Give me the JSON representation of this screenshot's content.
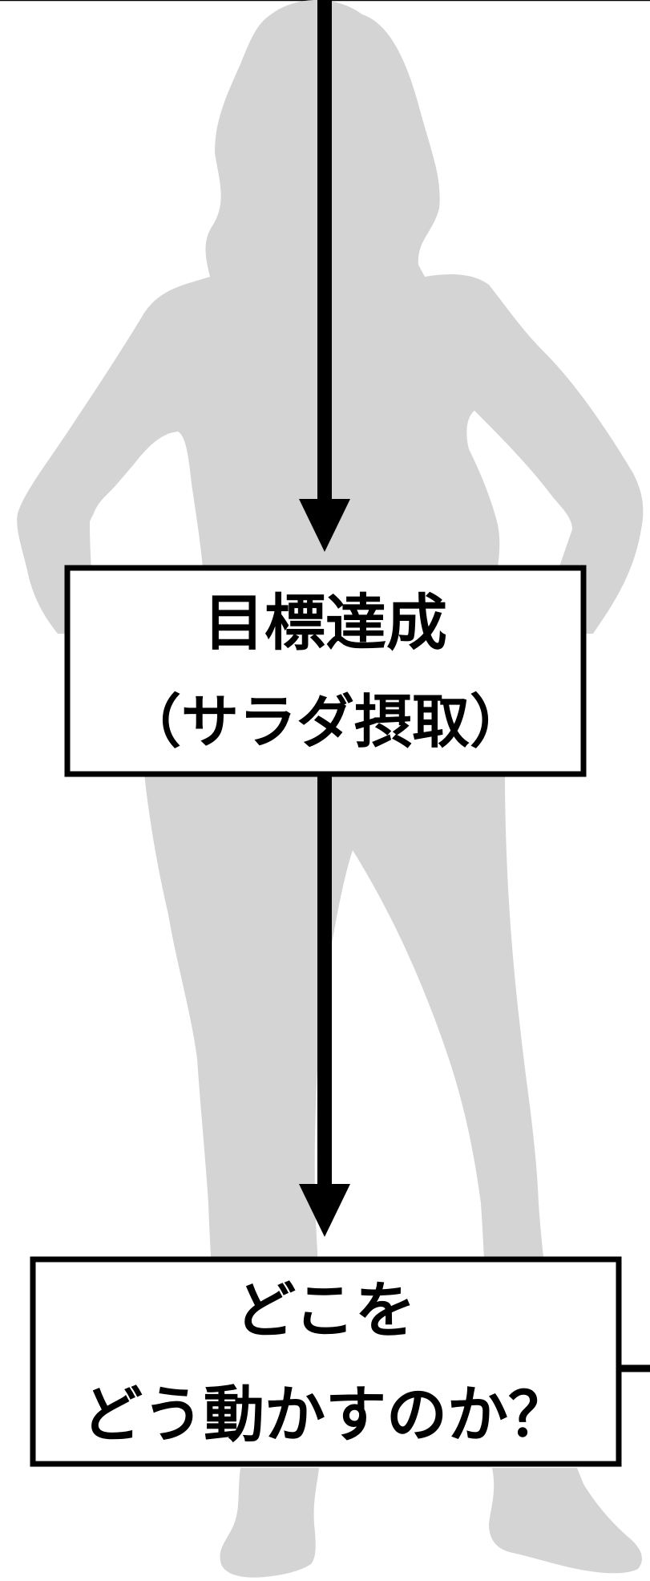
{
  "colors": {
    "background": "#ffffff",
    "silhouette": "#d4d4d4",
    "stroke": "#000000",
    "box_fill": "#ffffff"
  },
  "nodes": {
    "goal_box": {
      "line1": "目標達成",
      "line2": "（サラダ摂取）"
    },
    "question_box": {
      "line1": "どこを",
      "line2": "どう動かすのか？"
    }
  },
  "icons": {
    "background_figure": "person-silhouette-icon"
  }
}
